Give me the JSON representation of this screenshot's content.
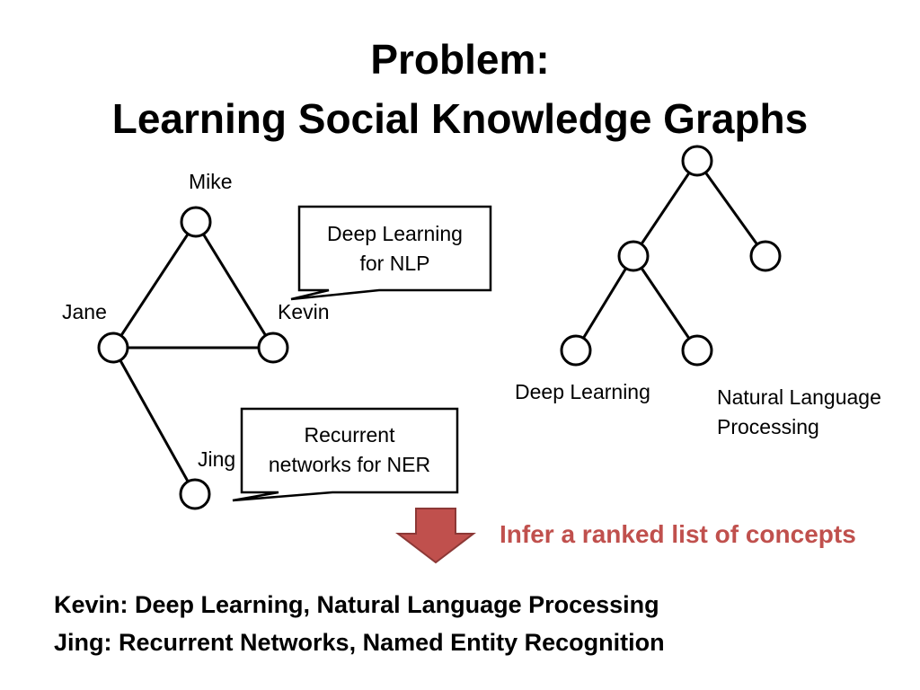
{
  "slide": {
    "title_line1": "Problem:",
    "title_line2": "Learning Social Knowledge Graphs"
  },
  "social_graph": {
    "nodes": [
      "Mike",
      "Jane",
      "Kevin",
      "Jing"
    ],
    "callouts": {
      "kevin": [
        "Deep Learning",
        "for NLP"
      ],
      "jing": [
        "Recurrent",
        "networks for NER"
      ]
    }
  },
  "concept_tree": {
    "leaf_labels": {
      "left": "Deep Learning",
      "right": [
        "Natural Language",
        "Processing"
      ]
    }
  },
  "infer_text": "Infer a ranked list of concepts",
  "summary": [
    "Kevin: Deep Learning, Natural Language Processing",
    "Jing: Recurrent Networks, Named Entity Recognition"
  ],
  "colors": {
    "arrow_fill": "#c0504d",
    "arrow_stroke": "#8c3836",
    "infer_text": "#c0504d"
  }
}
